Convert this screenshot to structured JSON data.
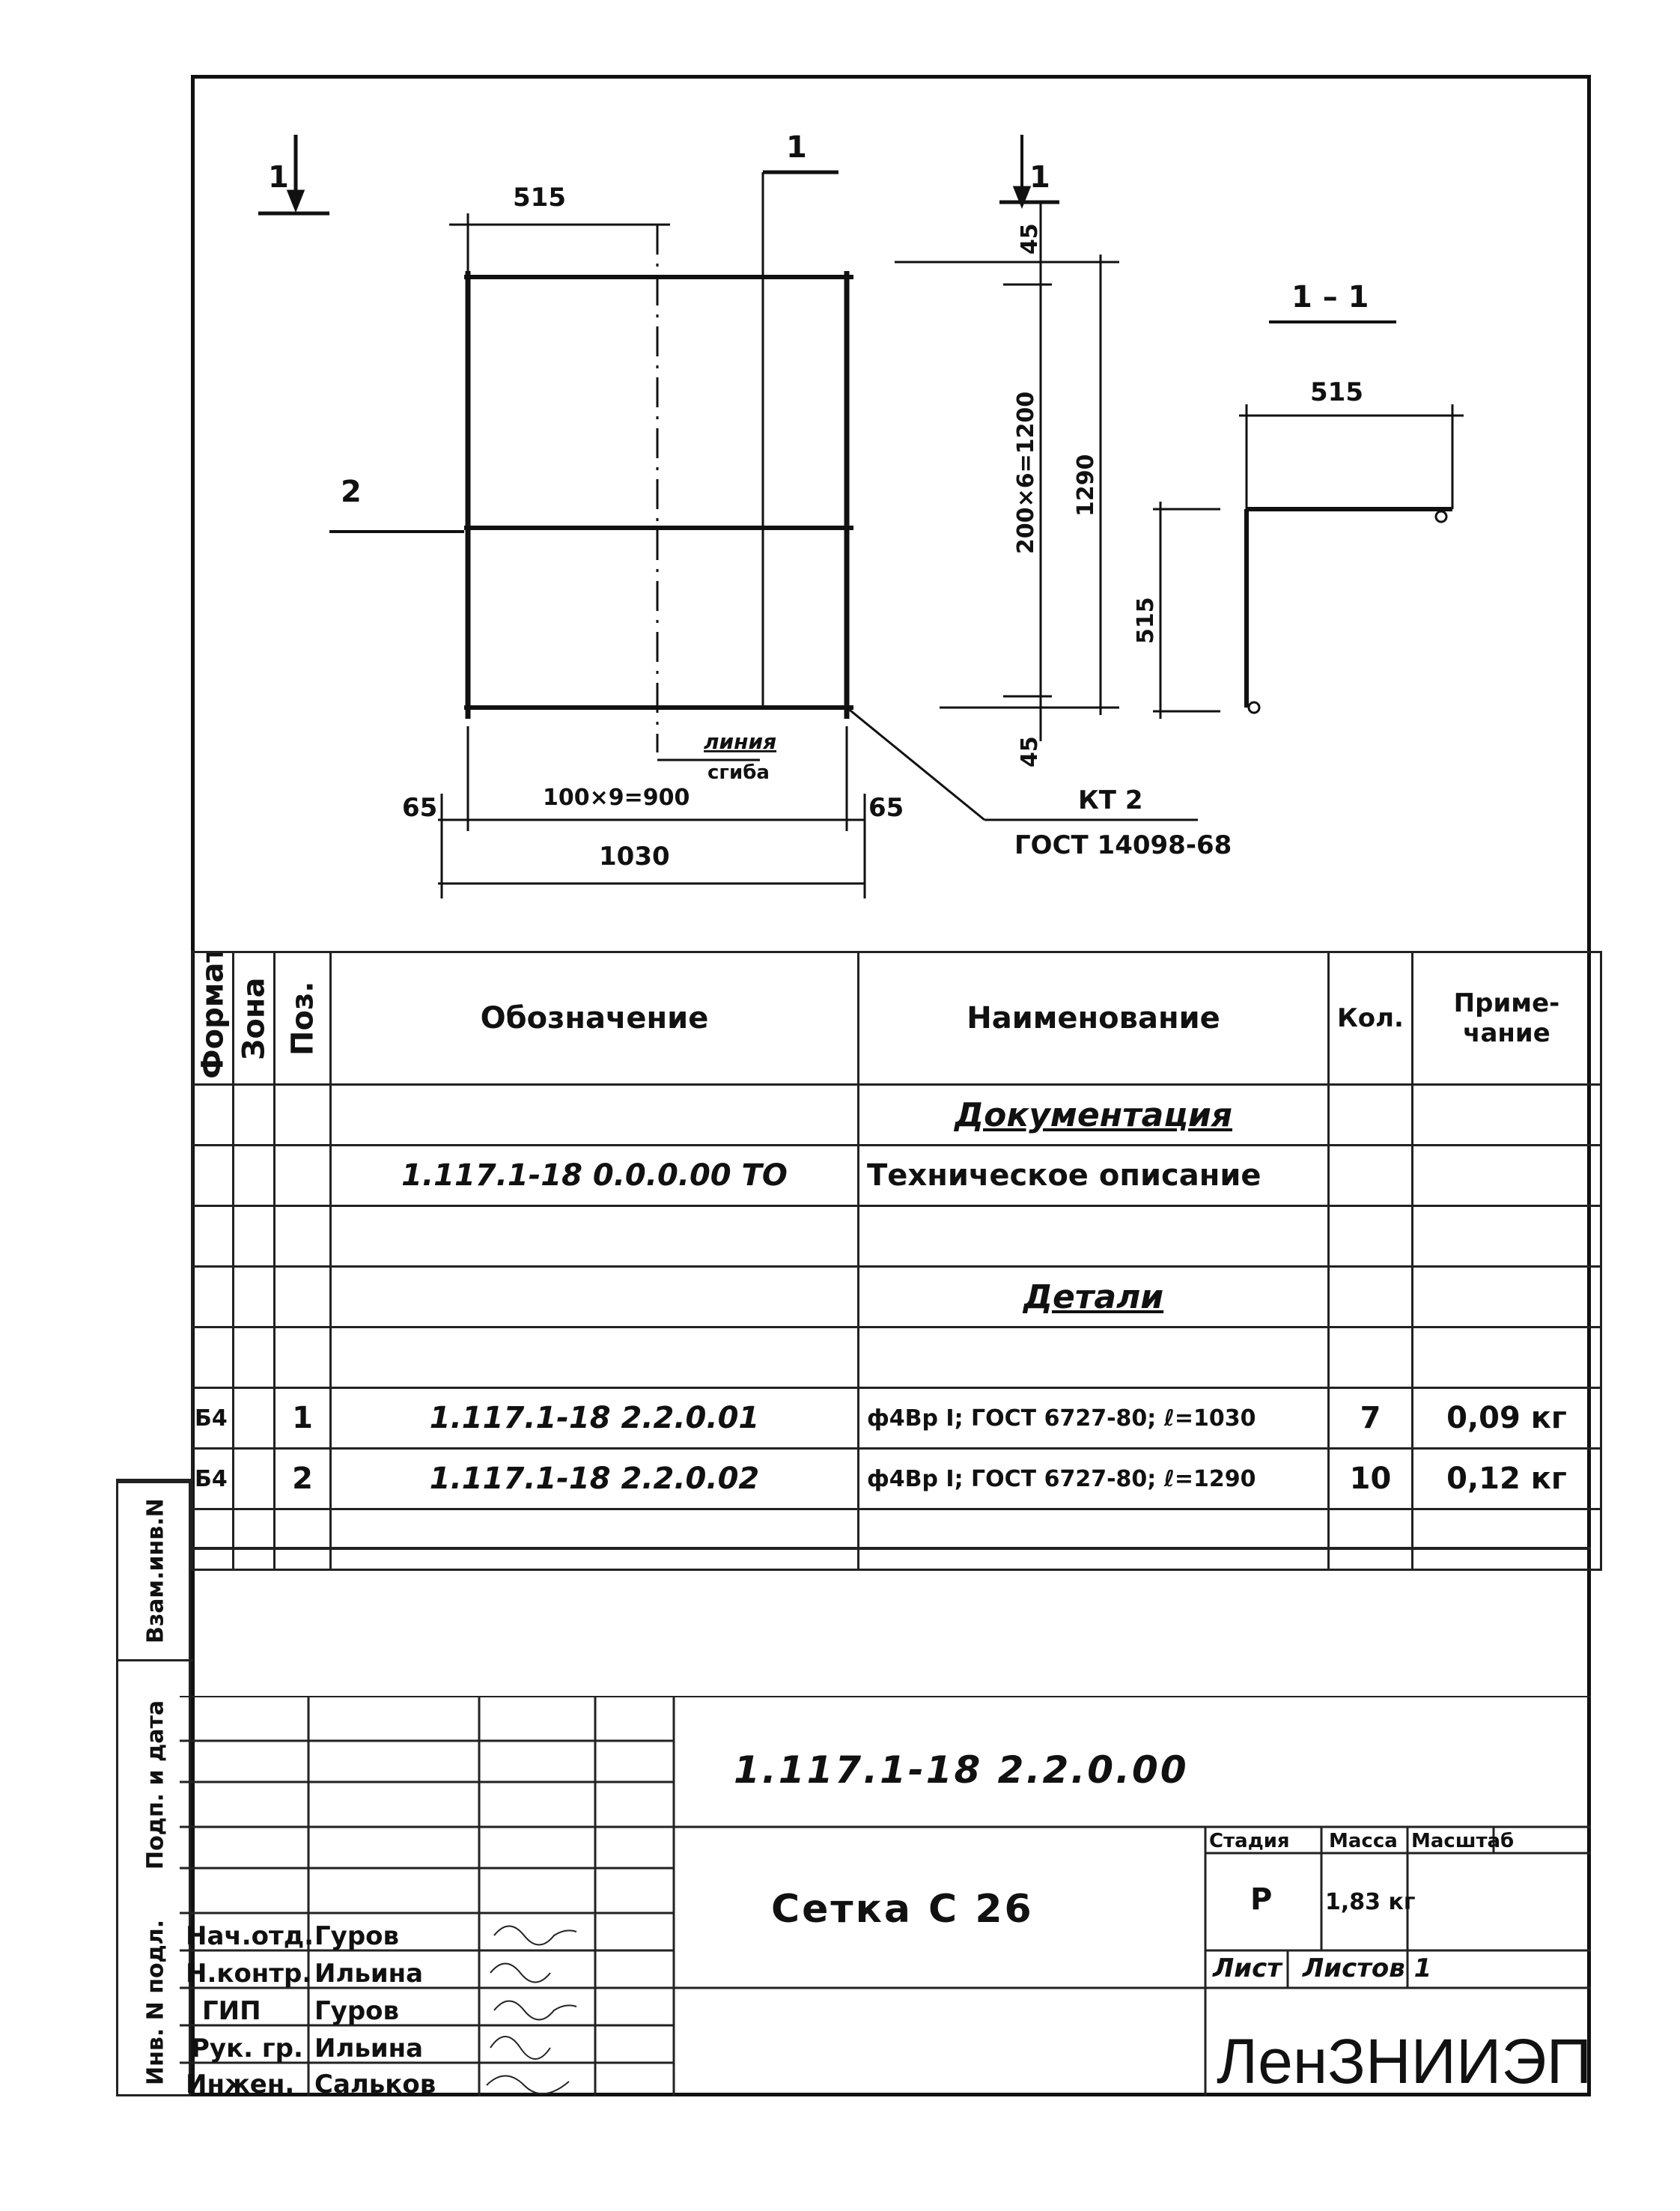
{
  "drawing": {
    "plan_section_mark": "1",
    "top_dim": "515",
    "cut_mark_top": "1",
    "cut_mark_right": "1",
    "pos_label_2": "2",
    "dim_top_45": "45",
    "dim_bottom_45": "45",
    "dim_rods_v": "200×6=1200",
    "dim_total_v": "1290",
    "bend_line_label_1": "линия",
    "bend_line_label_2": "сгиба",
    "dim_left_65": "65",
    "dim_right_65": "65",
    "dim_rods_h": "100×9=900",
    "dim_total_h": "1030",
    "kt_label": "КТ 2",
    "kt_standard": "ГОСТ 14098-68",
    "section_title": "1 – 1",
    "section_dim_h": "515",
    "section_dim_v": "515"
  },
  "spec": {
    "headers": {
      "format": "Формат",
      "zone": "Зона",
      "pos": "Поз.",
      "designation": "Обозначение",
      "name": "Наименование",
      "qty": "Кол.",
      "note": "Приме-\nчание"
    },
    "section_docs": "Документация",
    "doc_row": {
      "designation": "1.117.1-18  0.0.0.00 ТО",
      "name": "Техническое описание"
    },
    "section_parts": "Детали",
    "rows": [
      {
        "format": "Б4",
        "pos": "1",
        "designation": "1.117.1-18  2.2.0.01",
        "name": "ф4Вр I; ГОСТ 6727-80; ℓ=1030",
        "qty": "7",
        "note": "0,09 кг"
      },
      {
        "format": "Б4",
        "pos": "2",
        "designation": "1.117.1-18  2.2.0.02",
        "name": "ф4Вр I; ГОСТ 6727-80; ℓ=1290",
        "qty": "10",
        "note": "0,12 кг"
      }
    ]
  },
  "sidebar": {
    "inv_subst": "Взам.инв.N",
    "sign_date": "Подп. и дата",
    "inv_orig": "Инв. N подл."
  },
  "stamp": {
    "code": "1.117.1-18  2.2.0.00",
    "title": "Сетка С 26",
    "stage_label": "Стадия",
    "mass_label": "Масса",
    "scale_label": "Масштаб",
    "stage": "Р",
    "mass": "1,83 кг",
    "sheet_label": "Лист",
    "sheets_label": "Листов 1",
    "org": "ЛенЗНИИЭП",
    "people": [
      {
        "role": "Нач.отд.",
        "name": "Гуров"
      },
      {
        "role": "Н.контр.",
        "name": "Ильина"
      },
      {
        "role": "ГИП",
        "name": "Гуров"
      },
      {
        "role": "Рук. гр.",
        "name": "Ильина"
      },
      {
        "role": "Инжен.",
        "name": "Сальков"
      }
    ]
  }
}
